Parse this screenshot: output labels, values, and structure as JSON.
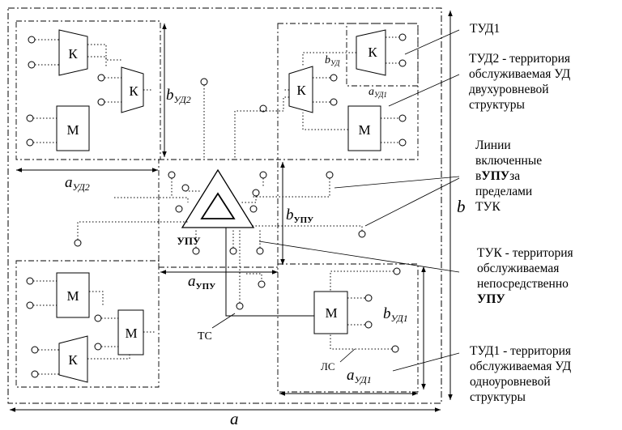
{
  "labels": {
    "block_k": "К",
    "block_m": "М",
    "a_ud2": "a",
    "a_ud2_sub": "УД2",
    "b_ud2": "b",
    "b_ud2_sub": "УД2",
    "b_ud": "b",
    "b_ud_sub": "УД",
    "a_ud1_small": "a",
    "a_ud1_small_sub": "УД1",
    "b_upu": "b",
    "b_upu_sub": "УПУ",
    "a_upu": "a",
    "a_upu_sub": "УПУ",
    "upu": "УПУ",
    "ts": "ТС",
    "ls": "ЛС",
    "b_ud1": "b",
    "b_ud1_sub": "УД1",
    "a_ud1": "a",
    "a_ud1_sub": "УД1",
    "b_total": "b",
    "a_total": "a"
  },
  "notes": {
    "tud1": "ТУД1",
    "tud2_l1": "ТУД2 - территория",
    "tud2_l2": "обслуживаемая  УД",
    "tud2_l3": "двухуровневой",
    "tud2_l4": "структуры",
    "lines_l1": "Линии",
    "lines_l2": "включенные",
    "lines_l3a": "в",
    "lines_l3b": "УПУ",
    "lines_l3c": "за",
    "lines_l4": "пределами",
    "lines_l5": "ТУК",
    "tuk_l1": "ТУК - территория",
    "tuk_l2": "обслуживаемая",
    "tuk_l3": "непосредственно",
    "tuk_l4": "УПУ",
    "tud1b_l1": "ТУД1 - территория",
    "tud1b_l2": "обслуживаемая  УД",
    "tud1b_l3": "одноуровневой",
    "tud1b_l4": "структуры"
  }
}
